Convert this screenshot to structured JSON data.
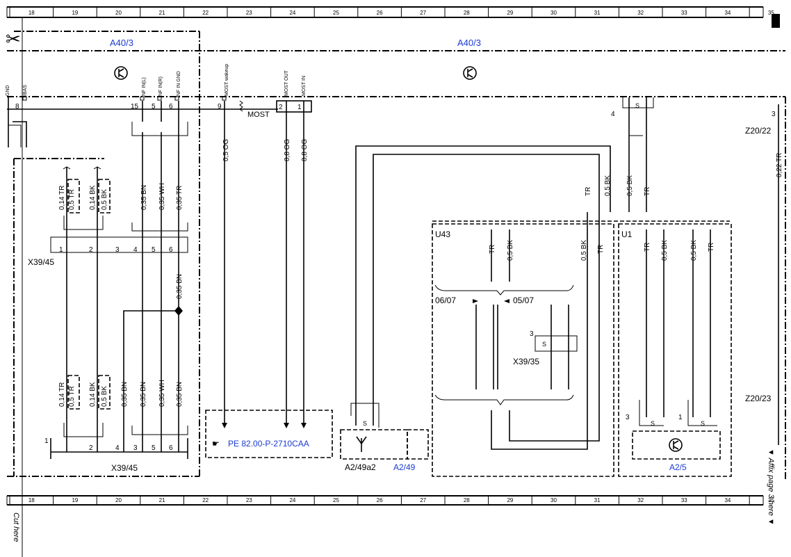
{
  "ruler_numbers": [
    "18",
    "19",
    "20",
    "21",
    "22",
    "23",
    "24",
    "25",
    "26",
    "27",
    "28",
    "29",
    "30",
    "31",
    "32",
    "33",
    "34",
    "35"
  ],
  "components": {
    "a40_3_left": "A40/3",
    "a40_3_right": "A40/3",
    "x39_45_top": "X39/45",
    "x39_45_bottom": "X39/45",
    "u43": "U43",
    "u1": "U1",
    "x39_35": "X39/35",
    "z20_22": "Z20/22",
    "z20_23": "Z20/23",
    "a2_49a2": "A2/49a2",
    "a2_49": "A2/49",
    "a2_5": "A2/5"
  },
  "pins_top": {
    "gnd": "GND",
    "ibas": "IBAS",
    "nf_in_l": "NF IN(L)",
    "nf_in_r": "NF IN(R)",
    "nf_in_gnd": "NF IN GND",
    "most_wakeup": "MOST wakeup",
    "most_out": "MOST OUT",
    "most_in": "MOST IN"
  },
  "pin_numbers": {
    "p8": "8",
    "p15": "15",
    "p5": "5",
    "p6": "6",
    "p9": "9",
    "p2": "2",
    "p1": "1",
    "x1": "1",
    "x2": "2",
    "x3": "3",
    "x4": "4",
    "x5": "5",
    "x6": "6",
    "b1": "1",
    "b2": "2",
    "b4": "4",
    "b3": "3",
    "b5": "5",
    "b6": "6",
    "r4": "4",
    "z3": "3",
    "x35_3": "3",
    "a2_3": "3",
    "a2_1": "1"
  },
  "most_label": "MOST",
  "wires": {
    "w014tr": "0,14 TR",
    "w05tr": "0,5 TR",
    "w014bk": "0,14 BK",
    "w05bk": "0,5 BK",
    "w035bn": "0,35 BN",
    "w035wh": "0,35 WH",
    "w035tr": "0,35 TR",
    "w05og": "0,5 OG",
    "w08og": "0,8 OG",
    "tr": "TR",
    "bk05": "0,5 BK",
    "w022tr": "0,22 TR"
  },
  "version_labels": {
    "v0607": "06/07",
    "v0507": "05/07"
  },
  "reference": "PE 82.00-P-2710CAA",
  "shield_s": "S",
  "side_text": {
    "affix": "▼ Affix page 3 here ▼",
    "cut_here": "Cut here"
  }
}
